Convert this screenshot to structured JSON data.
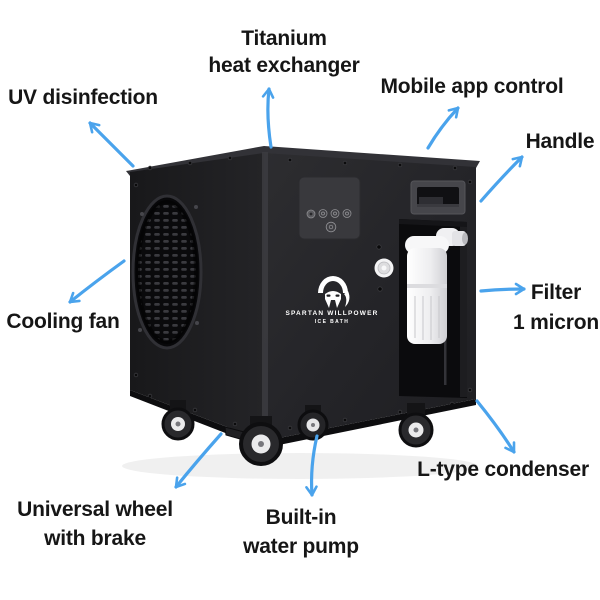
{
  "title": "Ice bath chiller product features diagram",
  "brand": {
    "name": "SPARTAN WILLPOWER",
    "subtitle": "ICE BATH"
  },
  "colors": {
    "background": "#ffffff",
    "arrow": "#4aa3ec",
    "label_text": "#161616",
    "body_left_face": "#1d1d20",
    "body_front_face": "#28282b",
    "filter_white": "#f2f2f3"
  },
  "features": [
    {
      "id": "uv-disinfection",
      "label": "UV disinfection"
    },
    {
      "id": "titanium-heat-exchanger",
      "label": "Titanium\nheat exchanger"
    },
    {
      "id": "mobile-app-control",
      "label": "Mobile app control"
    },
    {
      "id": "handle",
      "label": "Handle"
    },
    {
      "id": "cooling-fan",
      "label": "Cooling fan"
    },
    {
      "id": "filter-1-micron",
      "label": "Filter\n1 micron"
    },
    {
      "id": "universal-wheel-with-brake",
      "label": "Universal wheel\nwith brake"
    },
    {
      "id": "built-in-water-pump",
      "label": "Built-in\nwater pump"
    },
    {
      "id": "l-type-condenser",
      "label": "L-type condenser"
    }
  ]
}
